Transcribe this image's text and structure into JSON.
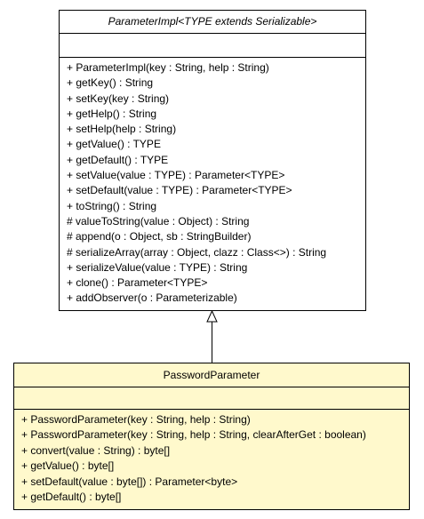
{
  "parent_class": {
    "name": "ParameterImpl<TYPE extends Serializable>",
    "operations": [
      "+ ParameterImpl(key : String, help : String)",
      "+ getKey() : String",
      "+ setKey(key : String)",
      "+ getHelp() : String",
      "+ setHelp(help : String)",
      "+ getValue() : TYPE",
      "+ getDefault() : TYPE",
      "+ setValue(value : TYPE) : Parameter<TYPE>",
      "+ setDefault(value : TYPE) : Parameter<TYPE>",
      "+ toString() : String",
      "# valueToString(value : Object) : String",
      "# append(o : Object, sb : StringBuilder)",
      "# serializeArray(array : Object, clazz : Class<>) : String",
      "+ serializeValue(value : TYPE) : String",
      "+ clone() : Parameter<TYPE>",
      "+ addObserver(o : Parameterizable)"
    ]
  },
  "child_class": {
    "name": "PasswordParameter",
    "operations": [
      "+ PasswordParameter(key : String, help : String)",
      "+ PasswordParameter(key : String, help : String, clearAfterGet : boolean)",
      "+ convert(value : String) : byte[]",
      "+ getValue() : byte[]",
      "+ setDefault(value : byte[]) : Parameter<byte>",
      "+ getDefault() : byte[]"
    ]
  },
  "colors": {
    "parent_fill": "#ffffff",
    "child_fill": "#fff9cc",
    "stroke": "#000000"
  }
}
